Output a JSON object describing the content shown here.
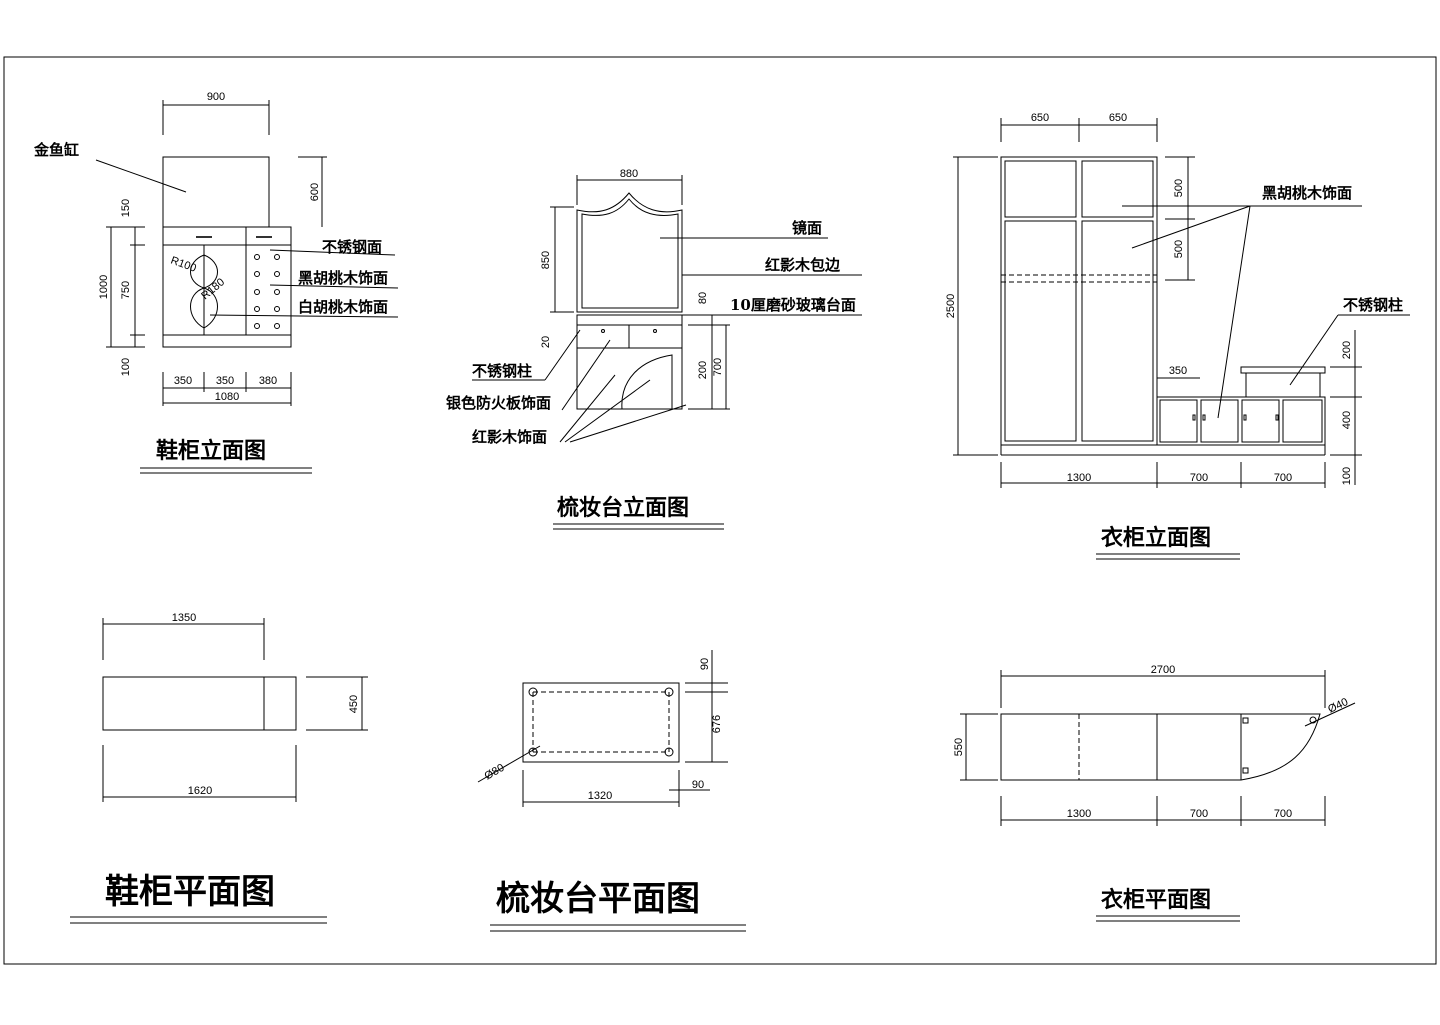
{
  "shoe_elev": {
    "title": "鞋柜立面图",
    "labels": [
      "金鱼缸",
      "不锈钢面",
      "黑胡桃木饰面",
      "白胡桃木饰面"
    ],
    "dims": {
      "top": "900",
      "h600": "600",
      "h150": "150",
      "h1000": "1000",
      "h750": "750",
      "h100": "100",
      "w350a": "350",
      "w350b": "350",
      "w380": "380",
      "w1080": "1080",
      "r100": "R100",
      "r180": "R180"
    }
  },
  "dress_elev": {
    "title": "梳妆台立面图",
    "labels": [
      "镜面",
      "红影木包边",
      "10厘磨砂玻璃台面",
      "不锈钢柱",
      "银色防火板饰面",
      "红影木饰面"
    ],
    "dims": {
      "w880": "880",
      "h850": "850",
      "h20": "20",
      "h80": "80",
      "h200": "200",
      "h700": "700"
    }
  },
  "wardrobe_elev": {
    "title": "衣柜立面图",
    "labels": [
      "黑胡桃木饰面",
      "不锈钢柱"
    ],
    "dims": {
      "w650a": "650",
      "w650b": "650",
      "h2500": "2500",
      "h500a": "500",
      "h500b": "500",
      "w350": "350",
      "h200": "200",
      "h400": "400",
      "h100": "100",
      "w1300": "1300",
      "w700a": "700",
      "w700b": "700"
    }
  },
  "shoe_plan": {
    "title": "鞋柜平面图",
    "dims": {
      "w1350": "1350",
      "h450": "450",
      "w1620": "1620"
    }
  },
  "dress_plan": {
    "title": "梳妆台平面图",
    "dims": {
      "h90a": "90",
      "h676": "676",
      "d80": "Ø80",
      "w1320": "1320",
      "w90": "90"
    }
  },
  "wardrobe_plan": {
    "title": "衣柜平面图",
    "dims": {
      "w2700": "2700",
      "h550": "550",
      "d40": "Ø40",
      "w1300": "1300",
      "w700a": "700",
      "w700b": "700"
    }
  }
}
